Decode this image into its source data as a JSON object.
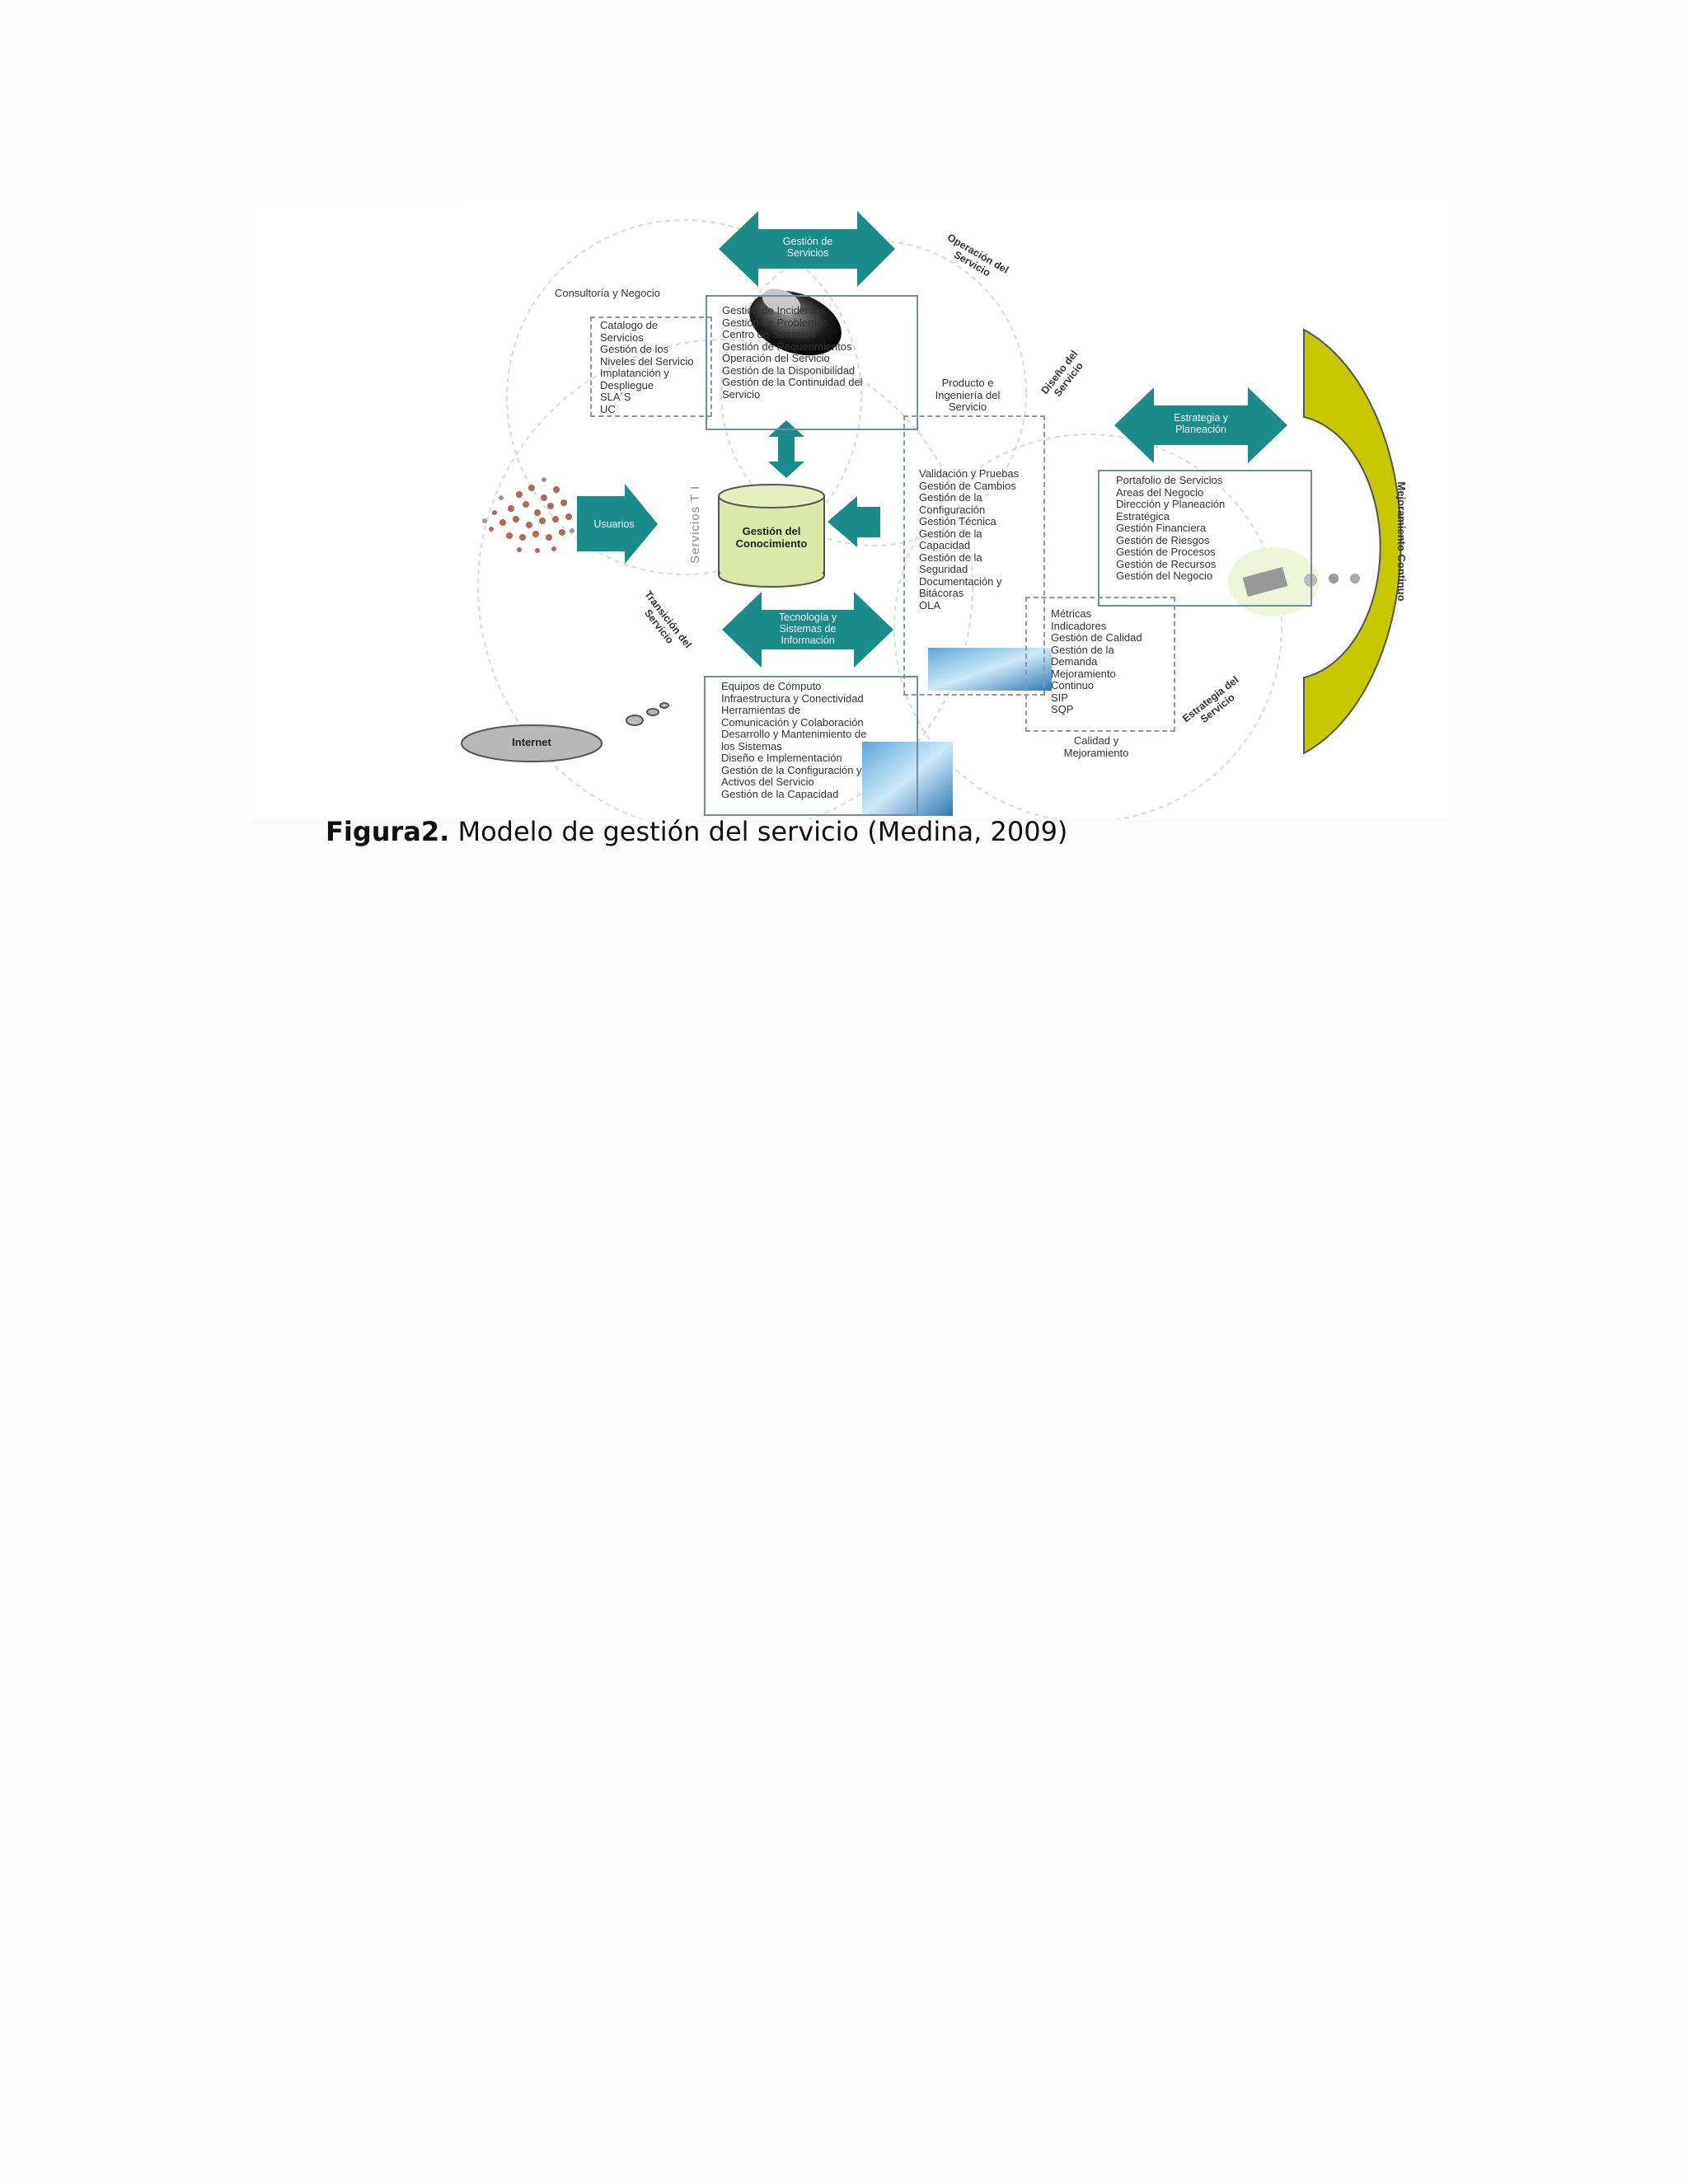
{
  "figure": {
    "consultoria": {
      "title": "Consultoría y Negocio",
      "items": [
        "Catalogo de",
        "Servicios",
        "Gestión de los",
        "Niveles del Servicio",
        "Implatanción y",
        "Despliegue",
        "SLA´S",
        "UC"
      ]
    },
    "gestion_servicios_arrow": "Gestión de Servicios",
    "operacion_title": "Operación del Servicio",
    "operacion_items": [
      "Gestión de Incidentes",
      "Gestión de Problemas",
      "Centro de Servicios",
      "Gestión de Requerimientos",
      "Operación del Servicio",
      "Gestión de la Disponibilidad",
      "Gestión de la Continuidad del",
      "Servicio"
    ],
    "diseno_title": "Diseño del Servicio",
    "producto_title": "Producto e Ingeniería del Servicio",
    "transicion_items": [
      "Validación y Pruebas",
      "Gestión de Cambios",
      "Gestión de la",
      "Configuración",
      "Gestión Técnica",
      "Gestión de la",
      "Capacidad",
      "Gestión de la",
      "Seguridad",
      "Documentación y",
      "Bitácoras",
      "OLA"
    ],
    "usuarios_arrow": "Usuarios",
    "servicios_ti": "Servicios T I",
    "conocimiento": "Gestión del Conocimiento",
    "tecnologia_arrow": "Tecnología y Sistemas de Información",
    "tecnologia_items": [
      "Equipos de Cómputo",
      "Infraestructura y Conectividad",
      "Herramientas de",
      "Comunicación y Colaboración",
      "Desarrollo y Mantenimiento de",
      "los Sistemas",
      "Diseño e Implementación",
      "Gestión de la Configuración y",
      "Activos del Servicio",
      "Gestión de la Capacidad"
    ],
    "internet": "Internet",
    "transicion_title": "Transición del Servicio",
    "estrategia_arrow": "Estrategia y Planeación",
    "estrategia_items": [
      "Portafolio de Servicios",
      "Areas del Negocio",
      "Dirección y Planeación",
      "Estratégica",
      "Gestión Financiera",
      "Gestión de Riesgos",
      "Gestión de Procesos",
      "Gestión de Recursos",
      "Gestión del Negocio"
    ],
    "calidad_items": [
      "Métricas",
      "Indicadores",
      "Gestión de Calidad",
      "Gestión de la",
      "Demanda",
      "Mejoramiento",
      "Continuo",
      "SIP",
      "SQP"
    ],
    "calidad_title": "Calidad y Mejoramiento",
    "estrategia_servicio_title": "Estrategia del Servicio",
    "mejoramiento": "Mejoramiento Continuo"
  },
  "caption": {
    "label": "Figura2.",
    "text": "Modelo de gestión del servicio (Medina, 2009)"
  },
  "colors": {
    "teal": "#1c8c8a",
    "olive": "#c8c800",
    "cylinder": "#dce8a8"
  }
}
